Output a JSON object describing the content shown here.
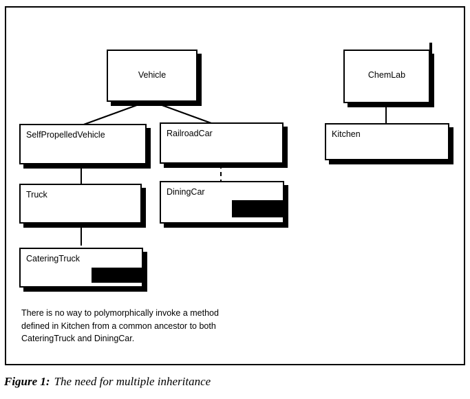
{
  "figure": {
    "caption_label": "Figure 1:",
    "caption_text": "The need for multiple inheritance"
  },
  "diagram": {
    "note_lines": [
      "There is no way to polymorphically invoke a method",
      "defined in Kitchen from a common ancestor to both",
      "CateringTruck and DiningCar."
    ],
    "classes": [
      {
        "id": "vehicle",
        "label": "Vehicle"
      },
      {
        "id": "self-propelled-vehicle",
        "label": "SelfPropelledVehicle"
      },
      {
        "id": "railroad-car",
        "label": "RailroadCar"
      },
      {
        "id": "truck",
        "label": "Truck"
      },
      {
        "id": "dining-car",
        "label": "DiningCar"
      },
      {
        "id": "catering-truck",
        "label": "CateringTruck"
      },
      {
        "id": "chem-lab",
        "label": "ChemLab"
      },
      {
        "id": "kitchen",
        "label": "Kitchen"
      }
    ],
    "colors": {
      "line": "#000000",
      "box_fill": "#ffffff",
      "shadow": "#000000",
      "member_bar": "#000000"
    }
  }
}
